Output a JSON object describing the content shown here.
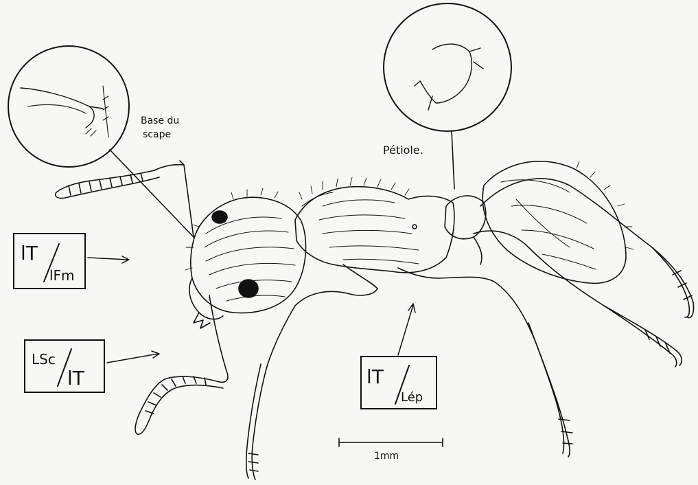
{
  "callouts": {
    "scape_base": {
      "line1": "Base du",
      "line2": "scape"
    },
    "petiole": {
      "label": "Pétiole."
    }
  },
  "ratio_boxes": [
    {
      "numerator": "lT",
      "denominator": "lFm"
    },
    {
      "numerator": "LSc",
      "denominator": "lT"
    },
    {
      "numerator": "lT",
      "denominator": "Lép"
    }
  ],
  "scale_bar": {
    "label": "1mm"
  }
}
